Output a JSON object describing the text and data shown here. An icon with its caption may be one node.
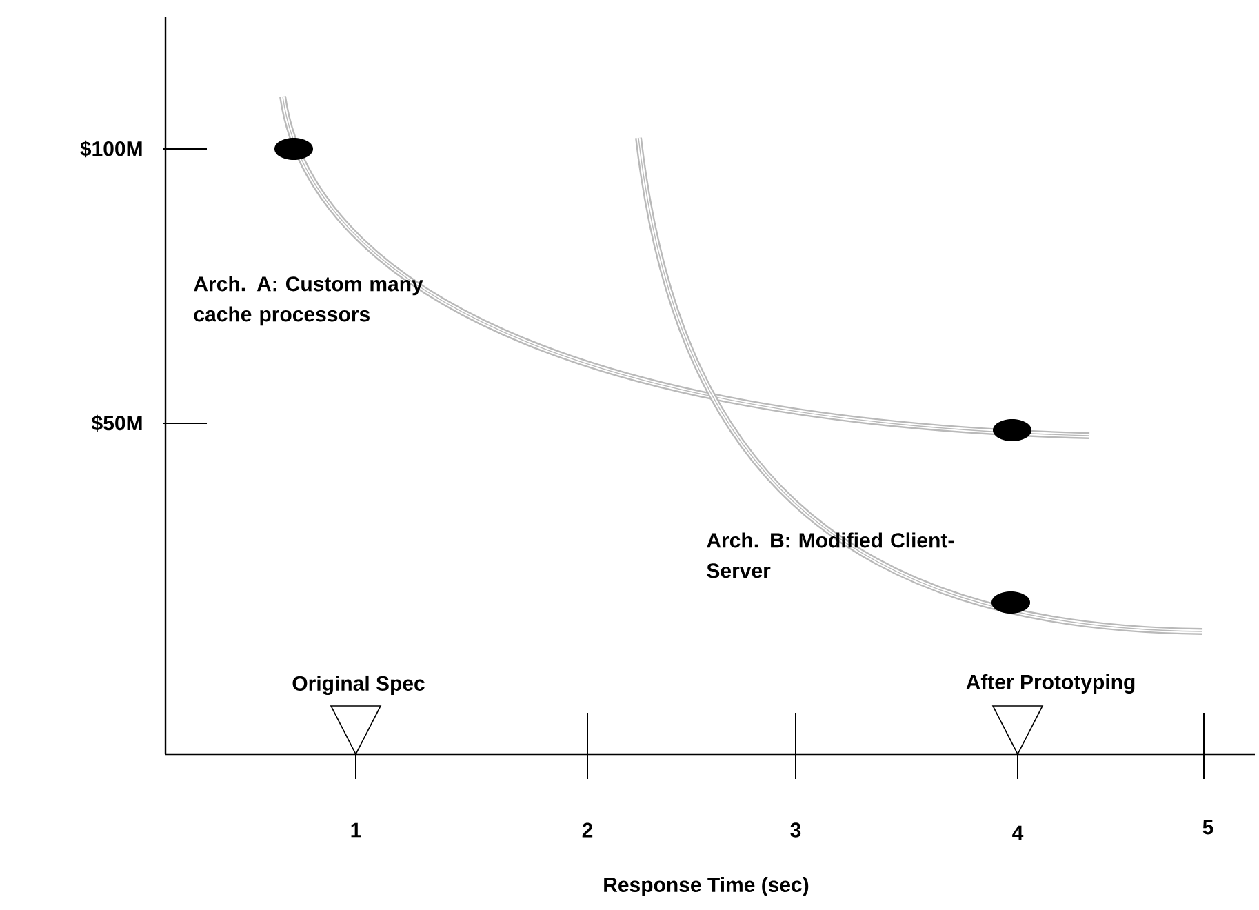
{
  "diagram": {
    "labels": [
      "$100M",
      "Arch. A: Custom many cache processors",
      "$50M",
      "Arch. B: Modified Client-Server",
      "Original Spec",
      "After Prototyping",
      "1",
      "2",
      "3",
      "4",
      "5",
      "Response Time (sec)"
    ]
  }
}
